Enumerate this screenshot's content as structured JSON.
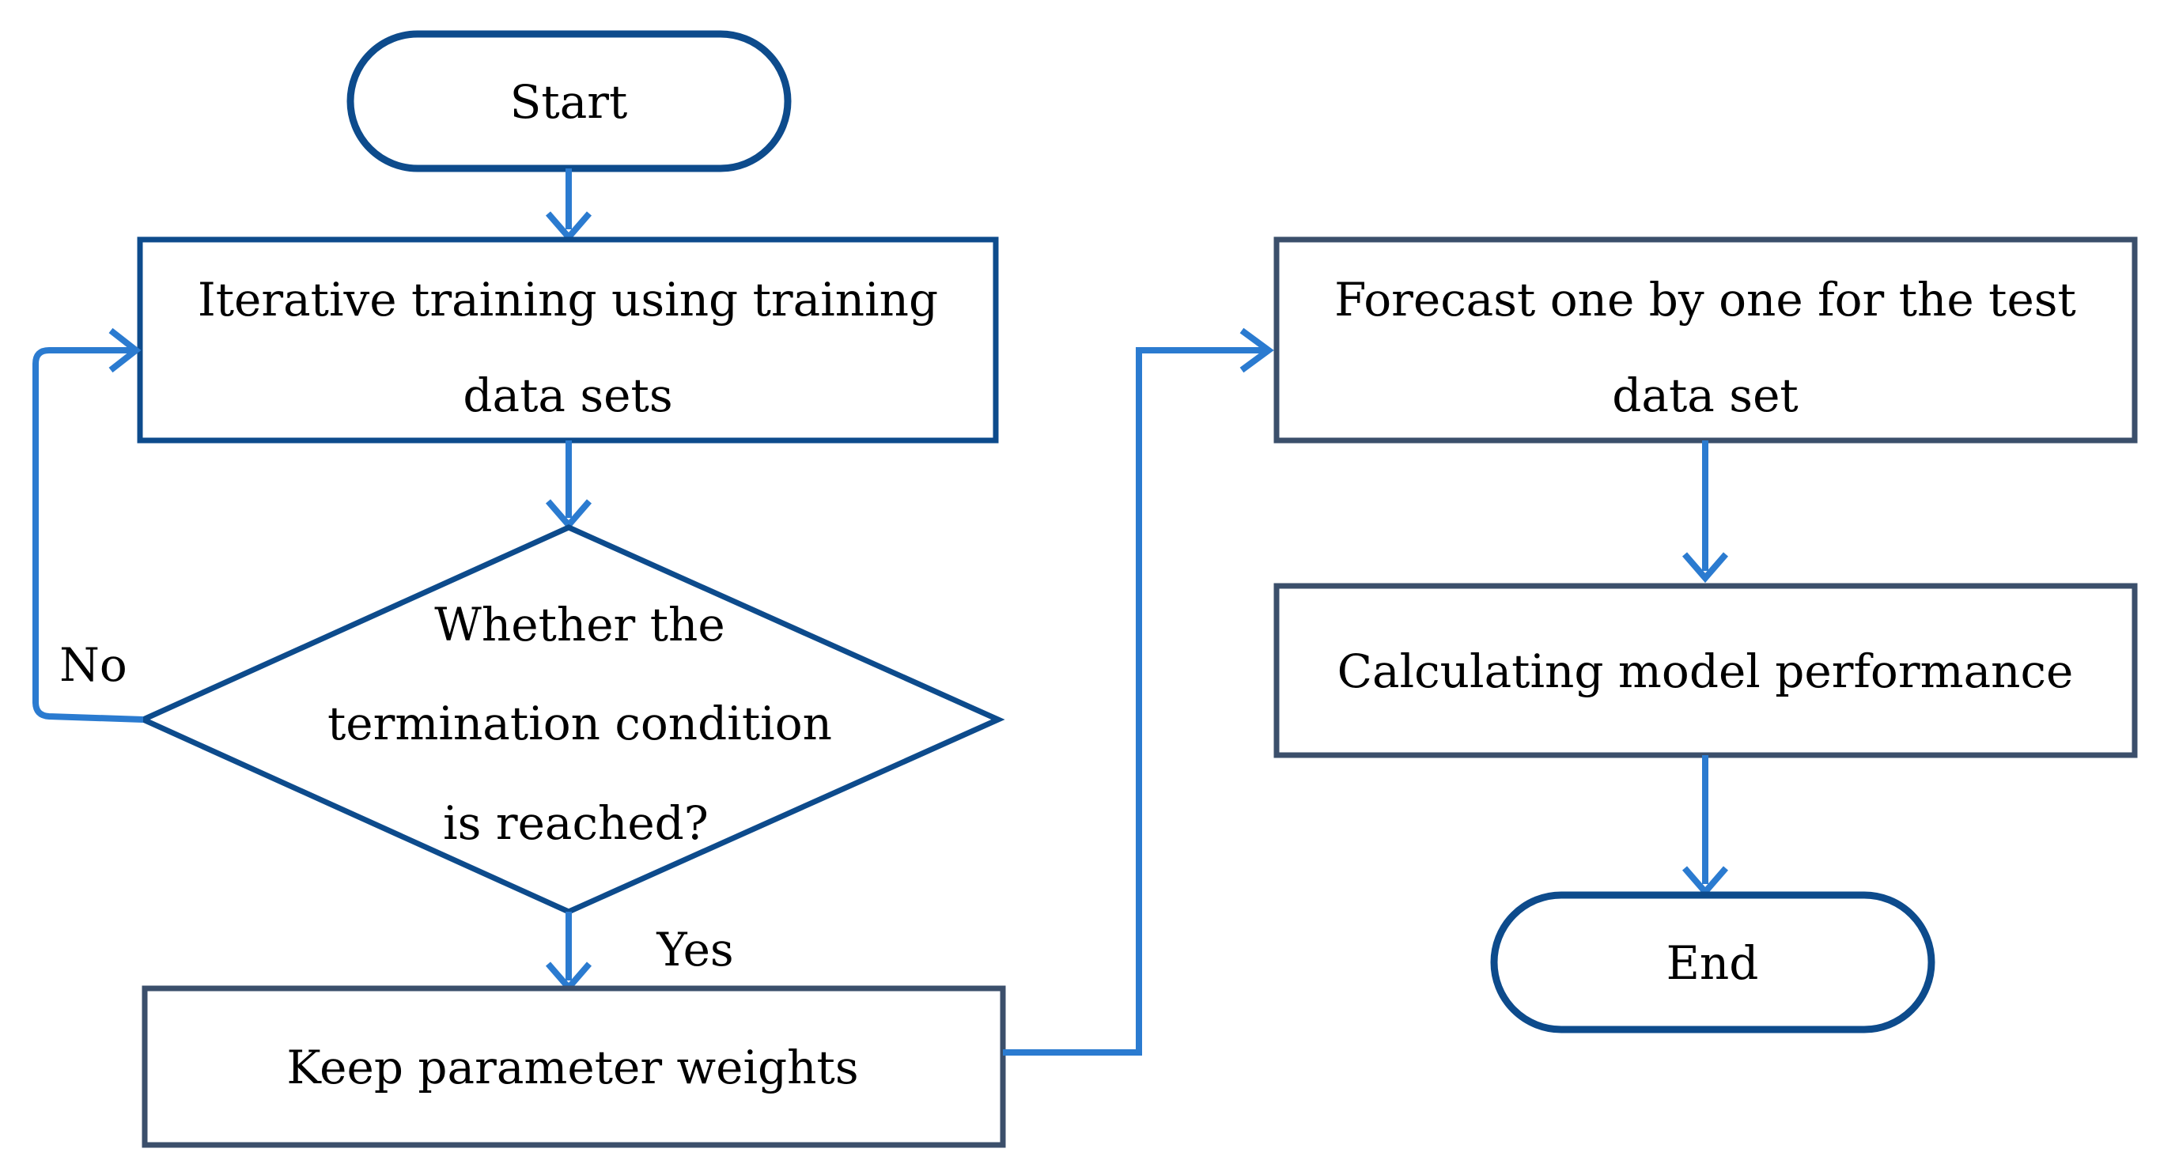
{
  "nodes": {
    "start": {
      "label": "Start"
    },
    "train": {
      "line1": "Iterative training using training",
      "line2": "data sets"
    },
    "decision": {
      "line1": "Whether the",
      "line2": "termination condition",
      "line3": "is reached?"
    },
    "keep": {
      "label": "Keep parameter weights"
    },
    "forecast": {
      "line1": "Forecast one by one for the test",
      "line2": "data set"
    },
    "calc": {
      "label": "Calculating model performance"
    },
    "end": {
      "label": "End"
    }
  },
  "edges": {
    "no_label": "No",
    "yes_label": "Yes"
  },
  "colors": {
    "node_border": "#0d4b8c",
    "box_border": "#3b4f6b",
    "arrow": "#2b7bd0",
    "text": "#000000",
    "background": "#ffffff"
  }
}
